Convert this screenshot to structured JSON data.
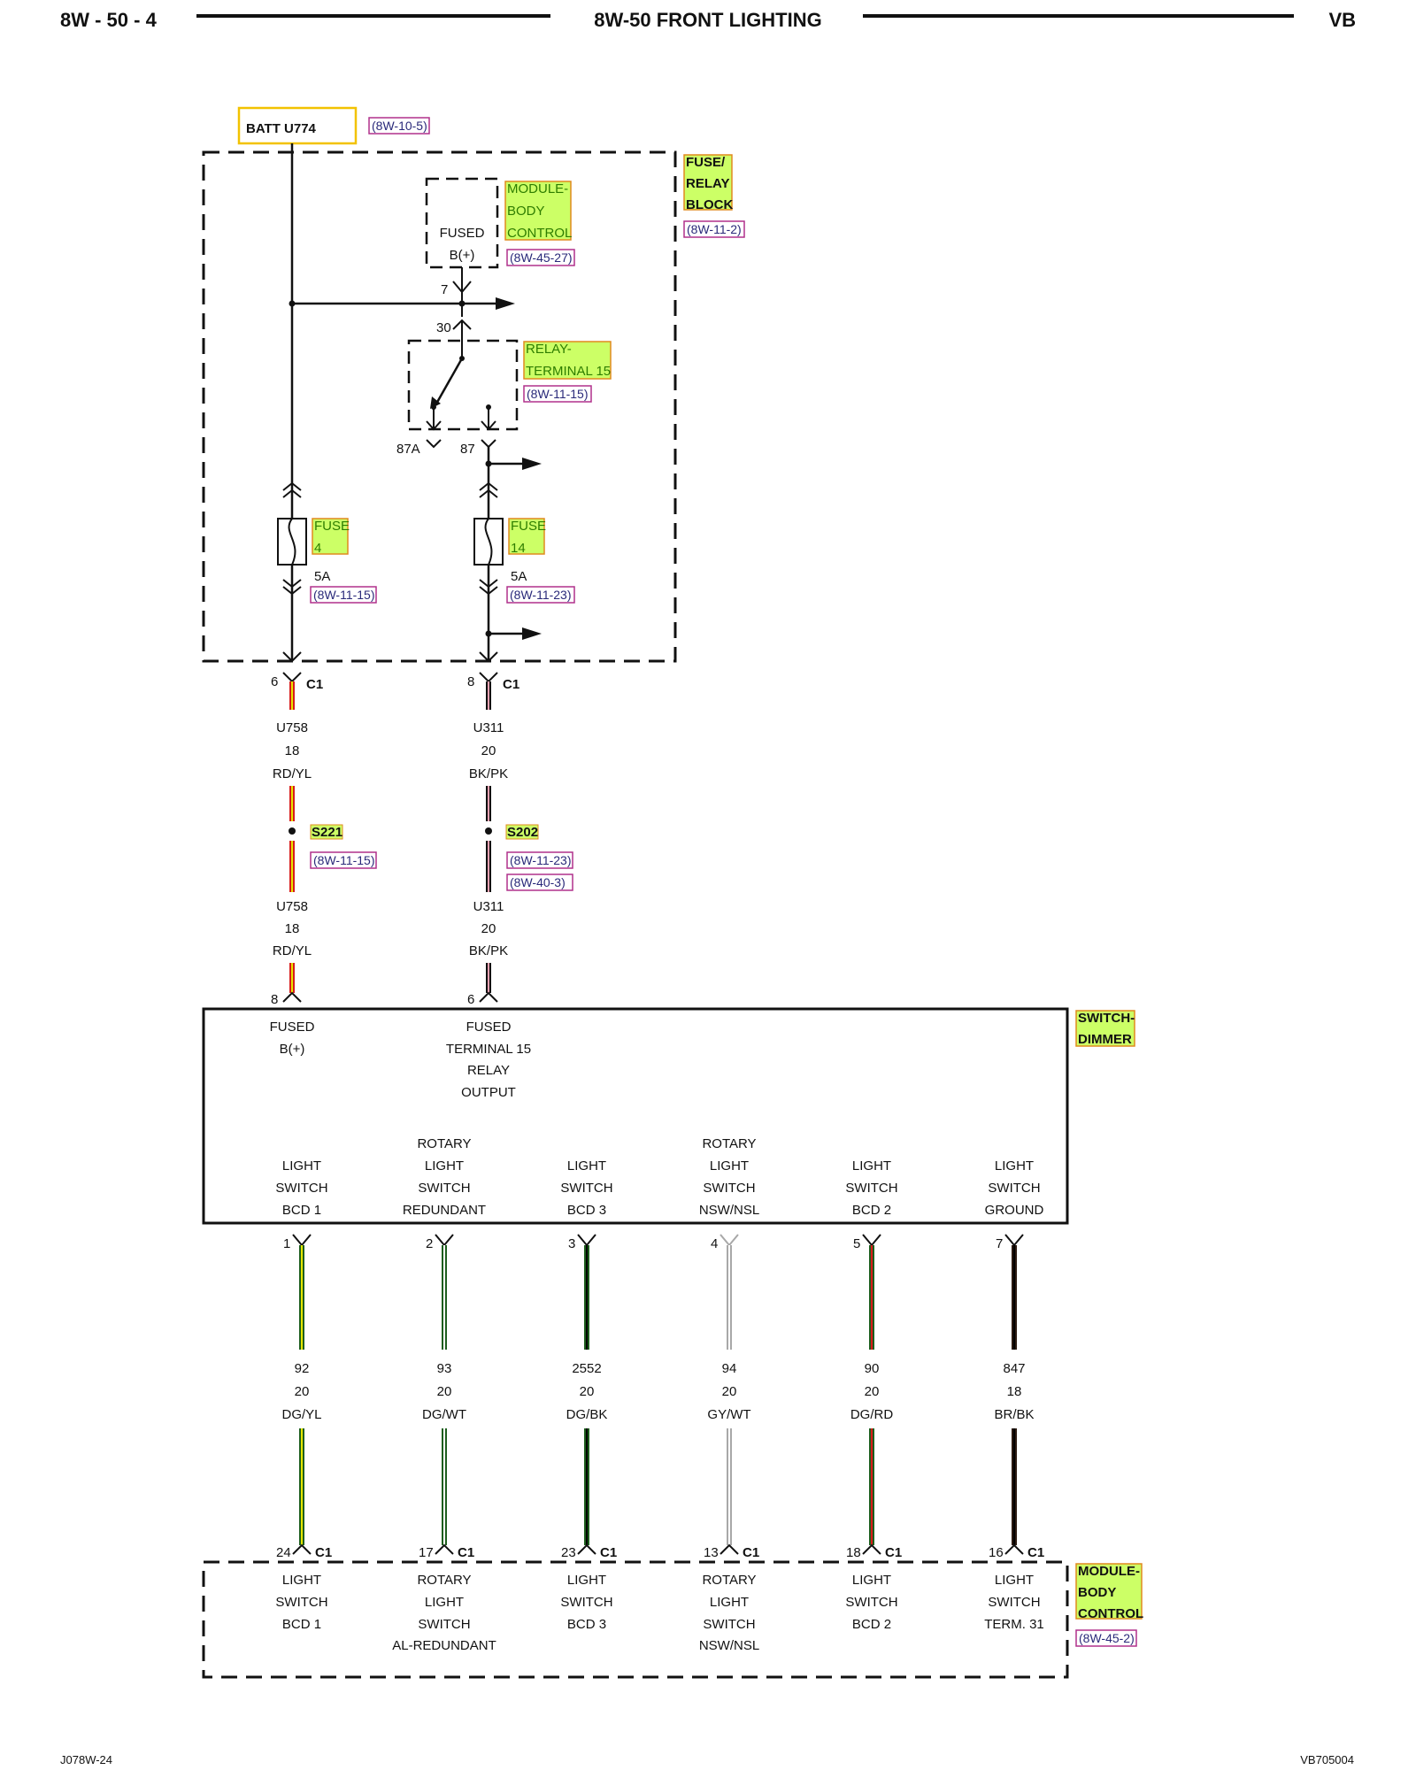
{
  "header": {
    "page_code": "8W - 50 - 4",
    "title": "8W-50 FRONT LIGHTING",
    "model": "VB"
  },
  "footer": {
    "left_code": "J078W-24",
    "right_code": "VB705004"
  },
  "battery": {
    "label": "BATT U774",
    "ref": "(8W-10-5)"
  },
  "fuse_relay_block": {
    "name_lines": [
      "FUSE/",
      "RELAY",
      "BLOCK"
    ],
    "ref": "(8W-11-2)",
    "fused_label_lines": [
      "FUSED",
      "B(+)"
    ],
    "module_name_lines": [
      "MODULE-",
      "BODY",
      "CONTROL"
    ],
    "module_ref": "(8W-45-27)",
    "pin_7": "7",
    "pin_30": "30",
    "pin_87a": "87A",
    "pin_87": "87",
    "relay_name_lines": [
      "RELAY-",
      "TERMINAL 15"
    ],
    "relay_ref": "(8W-11-15)",
    "fuse_left": {
      "name": "FUSE",
      "number": "4",
      "rating": "5A",
      "ref": "(8W-11-15)"
    },
    "fuse_right": {
      "name": "FUSE",
      "number": "14",
      "rating": "5A",
      "ref": "(8W-11-23)"
    }
  },
  "upper_circuits": [
    {
      "pin": "6",
      "connector": "C1",
      "circuit": "U758",
      "gauge": "18",
      "color": "RD/YL",
      "splice": "S221",
      "splice_refs": [
        "(8W-11-15)"
      ],
      "bottom_pin": "8"
    },
    {
      "pin": "8",
      "connector": "C1",
      "circuit": "U311",
      "gauge": "20",
      "color": "BK/PK",
      "splice": "S202",
      "splice_refs": [
        "(8W-11-23)",
        "(8W-40-3)"
      ],
      "bottom_pin": "6"
    }
  ],
  "switch_dimmer": {
    "name_lines": [
      "SWITCH-",
      "DIMMER"
    ],
    "inputs": [
      {
        "lines": [
          "FUSED",
          "B(+)"
        ]
      },
      {
        "lines": [
          "FUSED",
          "TERMINAL 15",
          "RELAY",
          "OUTPUT"
        ]
      }
    ],
    "outputs": [
      {
        "lines": [
          "LIGHT",
          "SWITCH",
          "BCD 1"
        ]
      },
      {
        "lines": [
          "ROTARY",
          "LIGHT",
          "SWITCH",
          "REDUNDANT"
        ]
      },
      {
        "lines": [
          "LIGHT",
          "SWITCH",
          "BCD 3"
        ]
      },
      {
        "lines": [
          "ROTARY",
          "LIGHT",
          "SWITCH",
          "NSW/NSL"
        ]
      },
      {
        "lines": [
          "LIGHT",
          "SWITCH",
          "BCD 2"
        ]
      },
      {
        "lines": [
          "LIGHT",
          "SWITCH",
          "GROUND"
        ]
      }
    ]
  },
  "lower_circuits": [
    {
      "top_pin": "1",
      "circuit": "92",
      "gauge": "20",
      "color": "DG/YL",
      "bottom_pin": "24",
      "connector": "C1",
      "stripe": "#e6e600"
    },
    {
      "top_pin": "2",
      "circuit": "93",
      "gauge": "20",
      "color": "DG/WT",
      "bottom_pin": "17",
      "connector": "C1",
      "stripe": "#ffffff"
    },
    {
      "top_pin": "3",
      "circuit": "2552",
      "gauge": "20",
      "color": "DG/BK",
      "bottom_pin": "23",
      "connector": "C1",
      "stripe": "#000000"
    },
    {
      "top_pin": "4",
      "circuit": "94",
      "gauge": "20",
      "color": "GY/WT",
      "bottom_pin": "13",
      "connector": "C1",
      "stripe": "#ffffff"
    },
    {
      "top_pin": "5",
      "circuit": "90",
      "gauge": "20",
      "color": "DG/RD",
      "bottom_pin": "18",
      "connector": "C1",
      "stripe": "#d81b1b"
    },
    {
      "top_pin": "7",
      "circuit": "847",
      "gauge": "18",
      "color": "BR/BK",
      "bottom_pin": "16",
      "connector": "C1",
      "stripe": "#000000"
    }
  ],
  "body_control_module": {
    "name_lines": [
      "MODULE-",
      "BODY",
      "CONTROL"
    ],
    "ref": "(8W-45-2)",
    "inputs": [
      {
        "lines": [
          "LIGHT",
          "SWITCH",
          "BCD 1"
        ]
      },
      {
        "lines": [
          "ROTARY",
          "LIGHT",
          "SWITCH",
          "AL-REDUNDANT"
        ]
      },
      {
        "lines": [
          "LIGHT",
          "SWITCH",
          "BCD 3"
        ]
      },
      {
        "lines": [
          "ROTARY",
          "LIGHT",
          "SWITCH",
          "NSW/NSL"
        ]
      },
      {
        "lines": [
          "LIGHT",
          "SWITCH",
          "BCD 2"
        ]
      },
      {
        "lines": [
          "LIGHT",
          "SWITCH",
          "TERM. 31"
        ]
      }
    ]
  },
  "colors": {
    "highlight_fill": "#ccff66",
    "highlight_border": "#e08a1e",
    "ref_border": "#b0308c",
    "battery_border": "#f2c200",
    "wire_red": "#d81b1b",
    "wire_yellow": "#e6e600",
    "wire_black": "#111111",
    "wire_green": "#1d5e1d",
    "wire_grey": "#a8a8a8",
    "wire_brown": "#2b1a10",
    "wire_pink": "#e8a0b0"
  }
}
